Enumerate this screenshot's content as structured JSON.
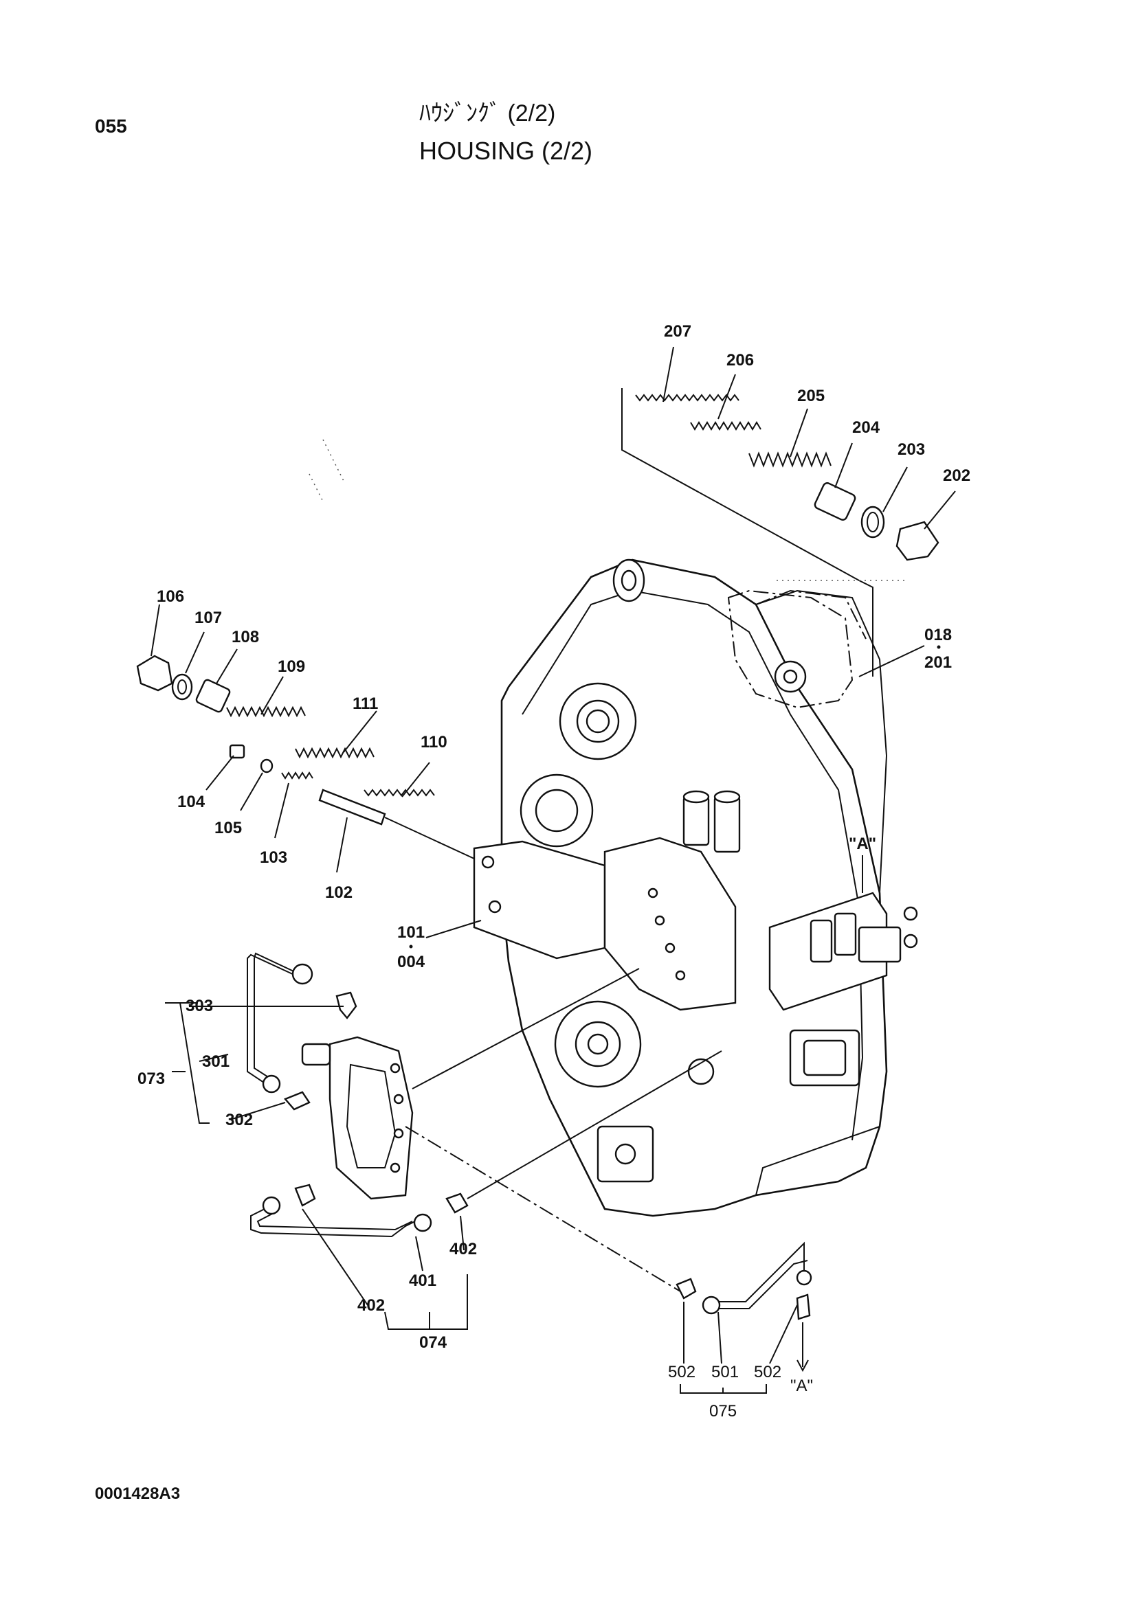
{
  "header": {
    "page_no": "055",
    "title_jp": "ﾊｳｼﾞﾝｸﾞ (2/2)",
    "title_en": "HOUSING (2/2)"
  },
  "footer": {
    "drawing_code": "0001428A3"
  },
  "callouts": {
    "p207": "207",
    "p206": "206",
    "p205": "205",
    "p204": "204",
    "p203": "203",
    "p202": "202",
    "p018": "018",
    "p201": "201",
    "p106": "106",
    "p107": "107",
    "p108": "108",
    "p109": "109",
    "p111": "111",
    "p110": "110",
    "p104": "104",
    "p105": "105",
    "p103": "103",
    "p102": "102",
    "p101": "101",
    "p004": "004",
    "pA1": "\"A\"",
    "p303": "303",
    "p301": "301",
    "p073": "073",
    "p302": "302",
    "p402a": "402",
    "p402b": "402",
    "p401": "401",
    "p074": "074",
    "p502a": "502",
    "p501": "501",
    "p502b": "502",
    "p075": "075",
    "pA2": "\"A\""
  }
}
